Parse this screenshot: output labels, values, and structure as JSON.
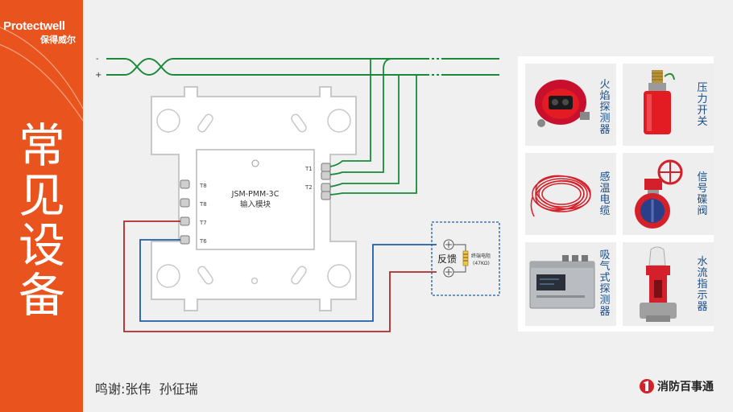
{
  "brand": {
    "name_en": "Protectwell",
    "name_cn": "保得威尔"
  },
  "sidebar": {
    "title_chars": [
      "常",
      "见",
      "设",
      "备"
    ]
  },
  "diagram": {
    "module_model": "JSM-PMM-3C",
    "module_name": "输入模块",
    "terminals_left": [
      "T8",
      "T8",
      "T7",
      "T6"
    ],
    "terminals_right": [
      "T1",
      "T2"
    ],
    "bus_minus": "-",
    "bus_plus": "+",
    "feedback_label": "反馈",
    "resistor_label_1": "终端电阻",
    "resistor_label_2": "(47KΩ)"
  },
  "devices": [
    {
      "name": "火焰探测器",
      "chars": [
        "火",
        "焰",
        "探",
        "测",
        "器"
      ]
    },
    {
      "name": "压力开关",
      "chars": [
        "压",
        "力",
        "开",
        "关"
      ]
    },
    {
      "name": "感温电缆",
      "chars": [
        "感",
        "温",
        "电",
        "缆"
      ]
    },
    {
      "name": "信号碟阀",
      "chars": [
        "信",
        "号",
        "碟",
        "阀"
      ]
    },
    {
      "name": "吸气式探测器",
      "chars": [
        "吸",
        "气",
        "式",
        "探",
        "测",
        "器"
      ]
    },
    {
      "name": "水流指示器",
      "chars": [
        "水",
        "流",
        "指",
        "示",
        "器"
      ]
    }
  ],
  "credits": "鸣谢:张伟  孙征瑞",
  "footer": {
    "logo_text": "消防百事通"
  },
  "colors": {
    "accent": "#e9541e",
    "wire_green": "#1a8a3a",
    "wire_red": "#b02a2a",
    "wire_blue": "#1f5ea8",
    "label_blue": "#1a4d8a"
  }
}
